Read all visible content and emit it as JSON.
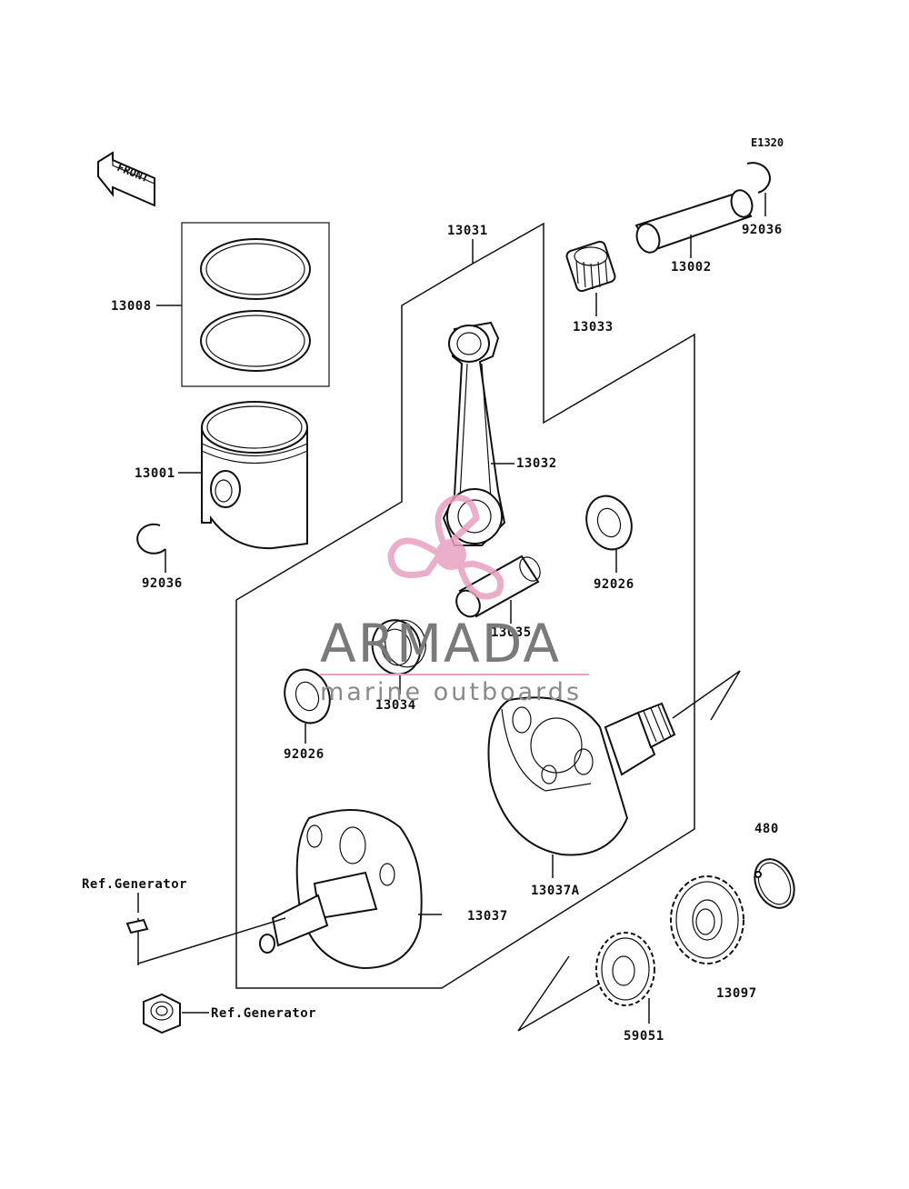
{
  "diagram": {
    "code": "E1320",
    "front_label": "FRONT",
    "parts": {
      "p13008": "13008",
      "p13001": "13001",
      "p92036_left": "92036",
      "p13031": "13031",
      "p13032": "13032",
      "p13033": "13033",
      "p13002": "13002",
      "p92036_right": "92036",
      "p92026_right": "92026",
      "p13035": "13035",
      "p13034": "13034",
      "p92026_left": "92026",
      "p13037A": "13037A",
      "p13037": "13037",
      "p480": "480",
      "p13097": "13097",
      "p59051": "59051",
      "ref_generator_key": "Ref.Generator",
      "ref_generator_nut": "Ref.Generator"
    }
  },
  "watermark": {
    "brand": "ARMADA",
    "tagline": "marine outboards",
    "brand_color": "#e8a0c0",
    "text_color": "#7a7a7a"
  }
}
